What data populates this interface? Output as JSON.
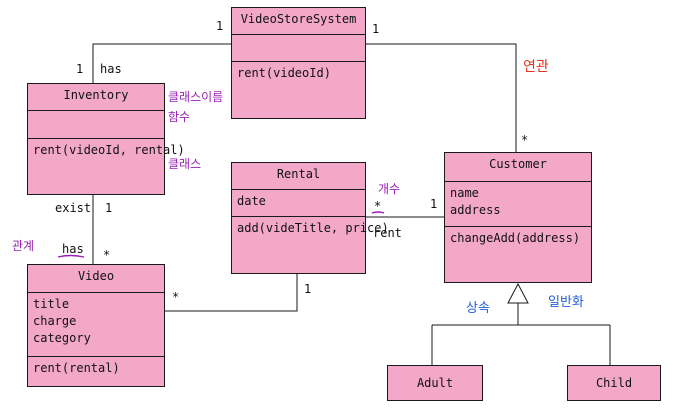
{
  "colors": {
    "class_fill": "#f3a8c9",
    "line": "#1a1a1a",
    "note_purple": "#9a1fb5",
    "note_red": "#e0321e",
    "note_blue": "#1f5fe0",
    "note_green": "#2a9a2a"
  },
  "classes": {
    "videostoresystem": {
      "name": "VideoStoreSystem",
      "attributes": [],
      "operations": [
        "rent(videoId)"
      ]
    },
    "inventory": {
      "name": "Inventory",
      "attributes": [],
      "operations": [
        "rent(videoId, rental)"
      ]
    },
    "rental": {
      "name": "Rental",
      "attributes": [
        "date"
      ],
      "operations": [
        "add(videTitle, price)"
      ]
    },
    "customer": {
      "name": "Customer",
      "attributes": [
        "name",
        "address"
      ],
      "operations": [
        "changeAdd(address)"
      ]
    },
    "video": {
      "name": "Video",
      "attributes": [
        "title",
        "charge",
        "category"
      ],
      "operations": [
        "rent(rental)"
      ]
    },
    "adult": {
      "name": "Adult"
    },
    "child": {
      "name": "Child"
    }
  },
  "labels": {
    "vss_inv_vss_mult": "1",
    "vss_inv_inv_mult": "1",
    "vss_inv_role": "has",
    "vss_cust_vss_mult": "1",
    "vss_cust_cust_mult": "*",
    "inv_video_role": "exist",
    "inv_video_inv_mult": "1",
    "inv_video_video_mult": "*",
    "video_note_role": "has",
    "rental_cust_rental_mult": "*",
    "rental_cust_cust_mult": "1",
    "rental_cust_role": "rent",
    "rental_video_rental_mult": "1",
    "rental_video_video_mult": "*"
  },
  "notes": {
    "class_func": "클래스이름",
    "func": "함수",
    "class_word": "클래스",
    "multiplicity": "개수",
    "association": "연관",
    "relation": "관계",
    "inheritance": "상속",
    "generalization": "일반화"
  }
}
